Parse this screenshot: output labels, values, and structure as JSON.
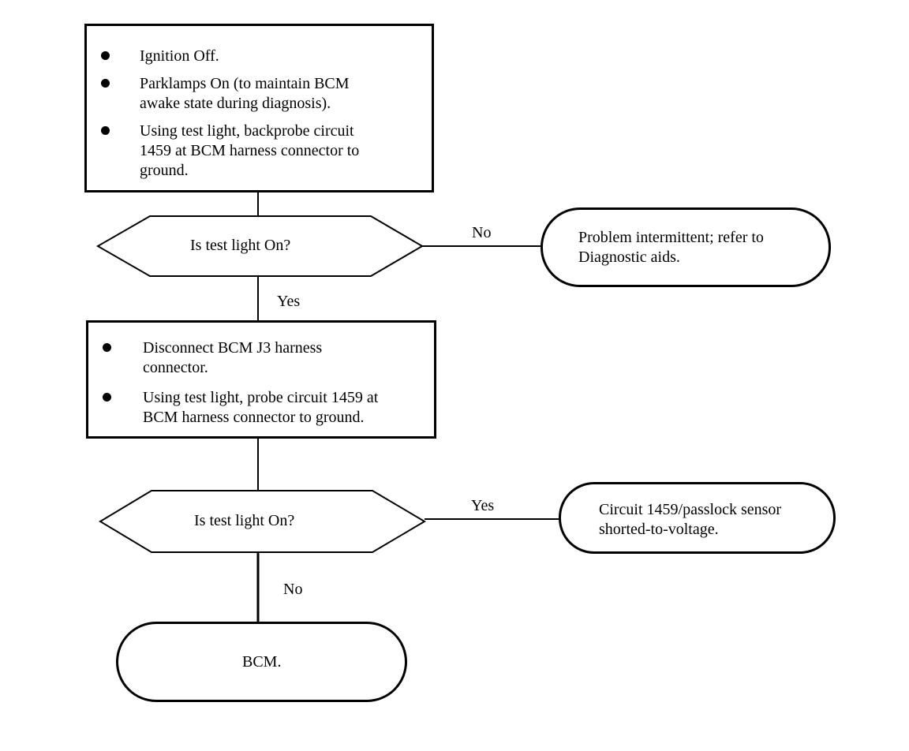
{
  "steps": [
    {
      "bullets": [
        "Ignition Off.",
        "Parklamps On (to maintain BCM\nawake state during diagnosis).",
        "Using test light, backprobe circuit\n1459 at BCM harness connector to\nground."
      ]
    },
    {
      "bullets": [
        "Disconnect BCM J3 harness\nconnector.",
        "Using test light, probe circuit 1459 at\nBCM harness connector to ground."
      ]
    }
  ],
  "decisions": [
    {
      "question": "Is test light On?",
      "side_label": "No",
      "down_label": "Yes"
    },
    {
      "question": "Is test light On?",
      "side_label": "Yes",
      "down_label": "No"
    }
  ],
  "outcomes": {
    "intermittent": "Problem intermittent; refer to\nDiagnostic aids.",
    "shorted": "Circuit 1459/passlock sensor\nshorted-to-voltage.",
    "bcm": "BCM."
  }
}
